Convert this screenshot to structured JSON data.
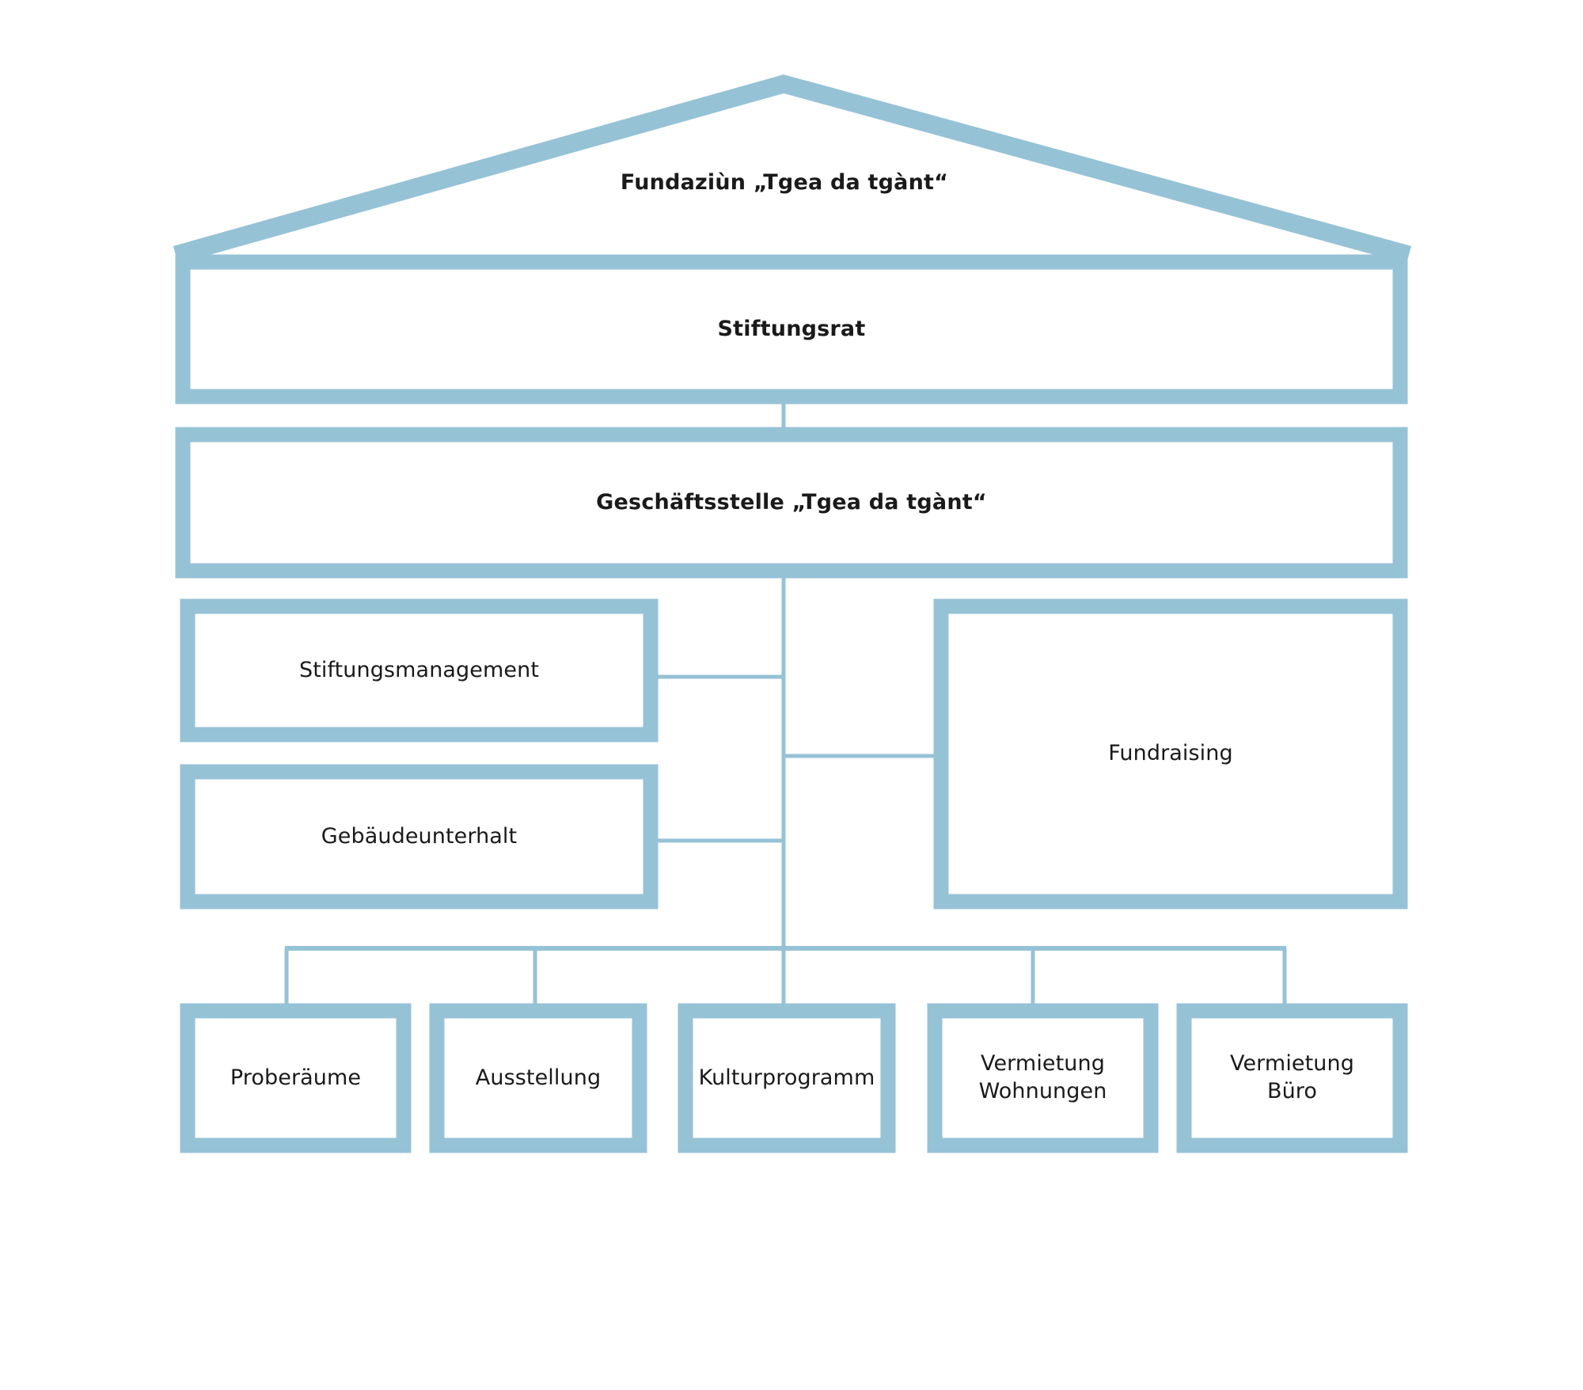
{
  "diagram": {
    "title": "Fundaziùn „Tgea da tgànt“",
    "kind": "organizational-chart",
    "accent_color": "#96C2D6",
    "line_color": "#96C2D6",
    "text_color": "#1a1a1a",
    "background_color": "#ffffff"
  },
  "roof": {
    "label": "Fundaziùn „Tgea da tgànt“"
  },
  "levels": {
    "board": {
      "label": "Stiftungsrat"
    },
    "office": {
      "label": "Geschäftsstelle „Tgea da tgànt“"
    },
    "left_units": [
      {
        "label": "Stiftungsmanagement"
      },
      {
        "label": "Gebäudeunterhalt"
      }
    ],
    "right_units": [
      {
        "label": "Fundraising"
      }
    ],
    "bottom_units": [
      {
        "label": "Proberäume"
      },
      {
        "label": "Ausstellung"
      },
      {
        "label": "Kulturprogramm"
      },
      {
        "label": "Vermietung\nWohnungen"
      },
      {
        "label": "Vermietung\nBüro"
      }
    ]
  }
}
